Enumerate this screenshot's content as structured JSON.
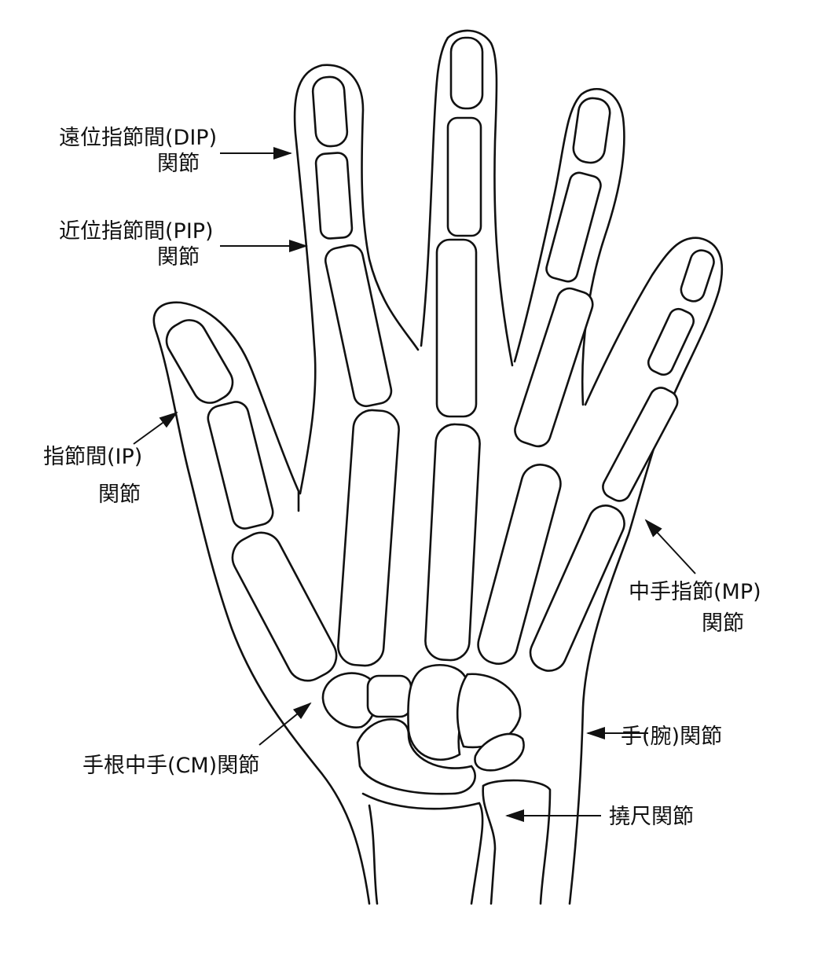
{
  "labels": {
    "dip": {
      "line1": "遠位指節間(DIP)",
      "line2": "関節"
    },
    "pip": {
      "line1": "近位指節間(PIP)",
      "line2": "関節"
    },
    "ip": {
      "line1": "指節間(IP)",
      "line2": "関節"
    },
    "mp": {
      "line1": "中手指節(MP)",
      "line2": "関節"
    },
    "wrist": "手(腕)関節",
    "cm": "手根中手(CM)関節",
    "radioulnar": "撓尺関節"
  }
}
